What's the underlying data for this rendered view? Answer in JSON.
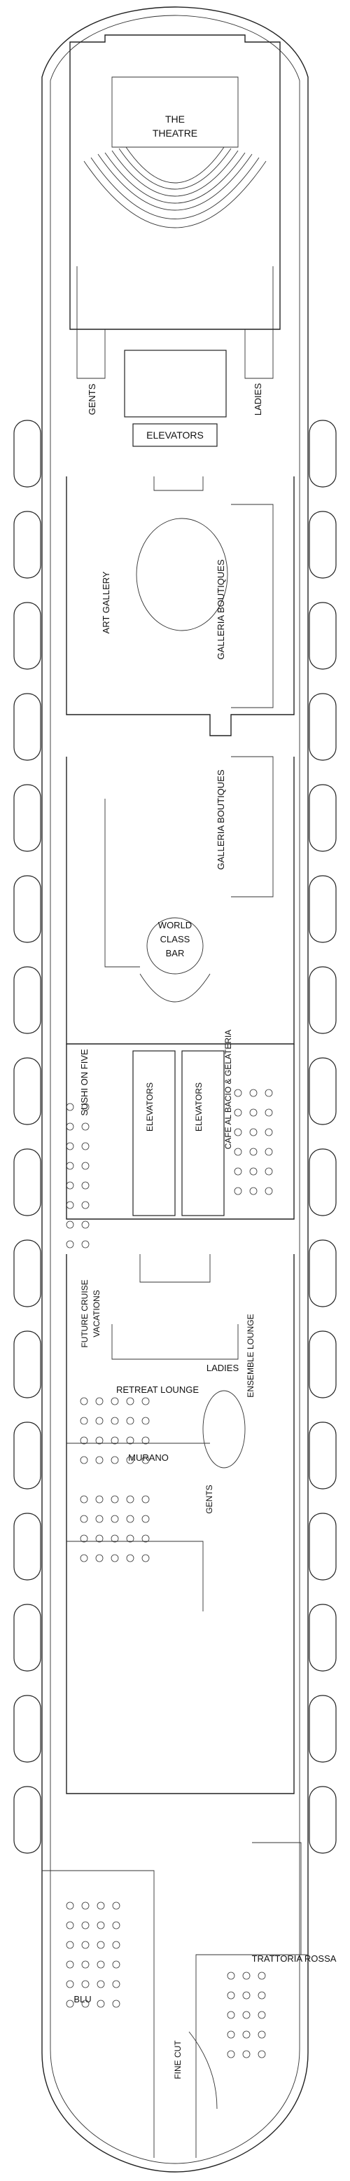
{
  "labels": {
    "theatre_line1": "THE",
    "theatre_line2": "THEATRE",
    "gents_top": "GENTS",
    "ladies_top": "LADIES",
    "elevators_fwd": "ELEVATORS",
    "art_gallery": "ART GALLERY",
    "galleria_boutiques_1": "GALLERIA BOUTIQUES",
    "galleria_boutiques_2": "GALLERIA BOUTIQUES",
    "world_class_bar_1": "WORLD",
    "world_class_bar_2": "CLASS",
    "world_class_bar_3": "BAR",
    "sushi": "SUSHI ON FIVE",
    "elevators_mid_1": "ELEVATORS",
    "elevators_mid_2": "ELEVATORS",
    "cafe": "CAFE AL BACIO & GELATERIA",
    "future_cruise_1": "FUTURE CRUISE",
    "future_cruise_2": "VACATIONS",
    "ensemble": "ENSEMBLE LOUNGE",
    "ladies_mid": "LADIES",
    "retreat": "RETREAT LOUNGE",
    "murano": "MURANO",
    "gents_mid": "GENTS",
    "trattoria": "TRATTORIA ROSSA",
    "blu": "BLU",
    "fine_cut": "FINE CUT"
  },
  "colors": {
    "line": "#222222",
    "background": "#ffffff",
    "text": "#111111"
  }
}
